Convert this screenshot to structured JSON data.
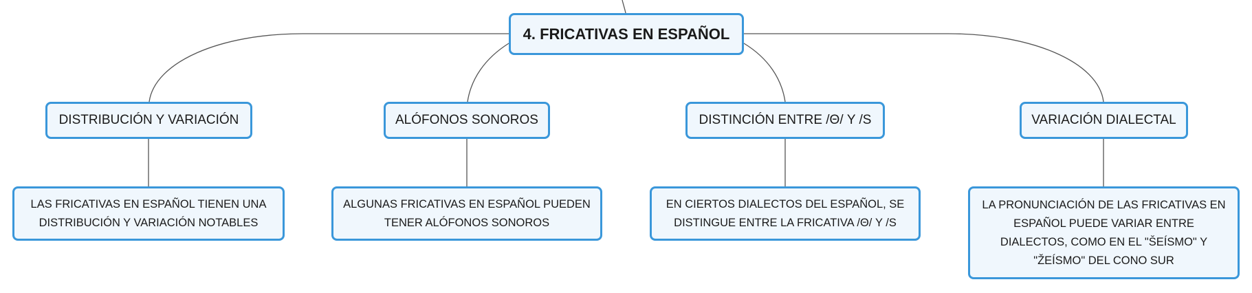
{
  "colors": {
    "node_border": "#3a97da",
    "node_fill": "#f0f7fd",
    "connector": "#555555"
  },
  "root": {
    "label": "4. FRICATIVAS EN ESPAÑOL"
  },
  "topics": [
    {
      "label": "DISTRIBUCIÓN Y VARIACIÓN",
      "detail": "LAS FRICATIVAS EN ESPAÑOL TIENEN UNA DISTRIBUCIÓN Y VARIACIÓN NOTABLES"
    },
    {
      "label": "ALÓFONOS SONOROS",
      "detail": "ALGUNAS FRICATIVAS EN ESPAÑOL PUEDEN TENER ALÓFONOS SONOROS"
    },
    {
      "label": "DISTINCIÓN ENTRE /Θ/ Y /S",
      "detail": "EN CIERTOS DIALECTOS DEL ESPAÑOL, SE DISTINGUE ENTRE LA FRICATIVA /Θ/ Y /S"
    },
    {
      "label": "VARIACIÓN DIALECTAL",
      "detail": "LA PRONUNCIACIÓN DE LAS FRICATIVAS EN ESPAÑOL PUEDE VARIAR ENTRE DIALECTOS, COMO EN EL \"ŠEÍSMO\" Y \"ŽEÍSMO\" DEL CONO SUR"
    }
  ]
}
